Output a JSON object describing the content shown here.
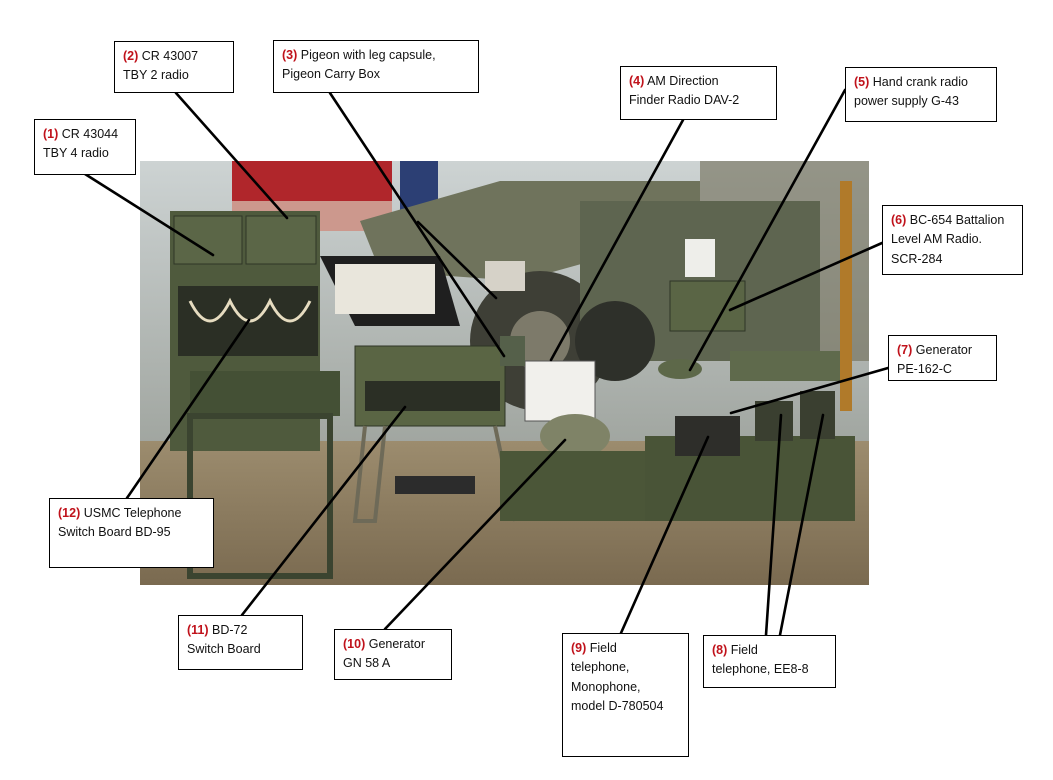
{
  "colors": {
    "number_red": "#c0121b",
    "olive_drab": "#4f5a3d",
    "floor": "#8a7a5f",
    "banner_red": "#b0262b",
    "leader_line": "#000000"
  },
  "callouts": [
    {
      "num": "(1)",
      "text": "CR 43044\nTBY 4 radio"
    },
    {
      "num": "(2)",
      "text": "CR 43007\nTBY 2 radio"
    },
    {
      "num": "(3)",
      "text": "Pigeon with leg capsule,\nPigeon Carry Box"
    },
    {
      "num": "(4)",
      "text": "AM Direction\nFinder Radio DAV-2"
    },
    {
      "num": "(5)",
      "text": "Hand crank radio\npower supply G-43"
    },
    {
      "num": "(6)",
      "text": "BC-654 Battalion\nLevel AM Radio.\nSCR-284"
    },
    {
      "num": "(7)",
      "text": "Generator\nPE-162-C"
    },
    {
      "num": "(8)",
      "text": "Field\ntelephone, EE8-8"
    },
    {
      "num": "(9)",
      "text": "Field\ntelephone,\nMonophone,\nmodel D-780504"
    },
    {
      "num": "(10)",
      "text": "Generator\nGN 58 A"
    },
    {
      "num": "(11)",
      "text": "BD-72\nSwitch Board"
    },
    {
      "num": "(12)",
      "text": "USMC Telephone\nSwitch Board BD-95"
    }
  ]
}
